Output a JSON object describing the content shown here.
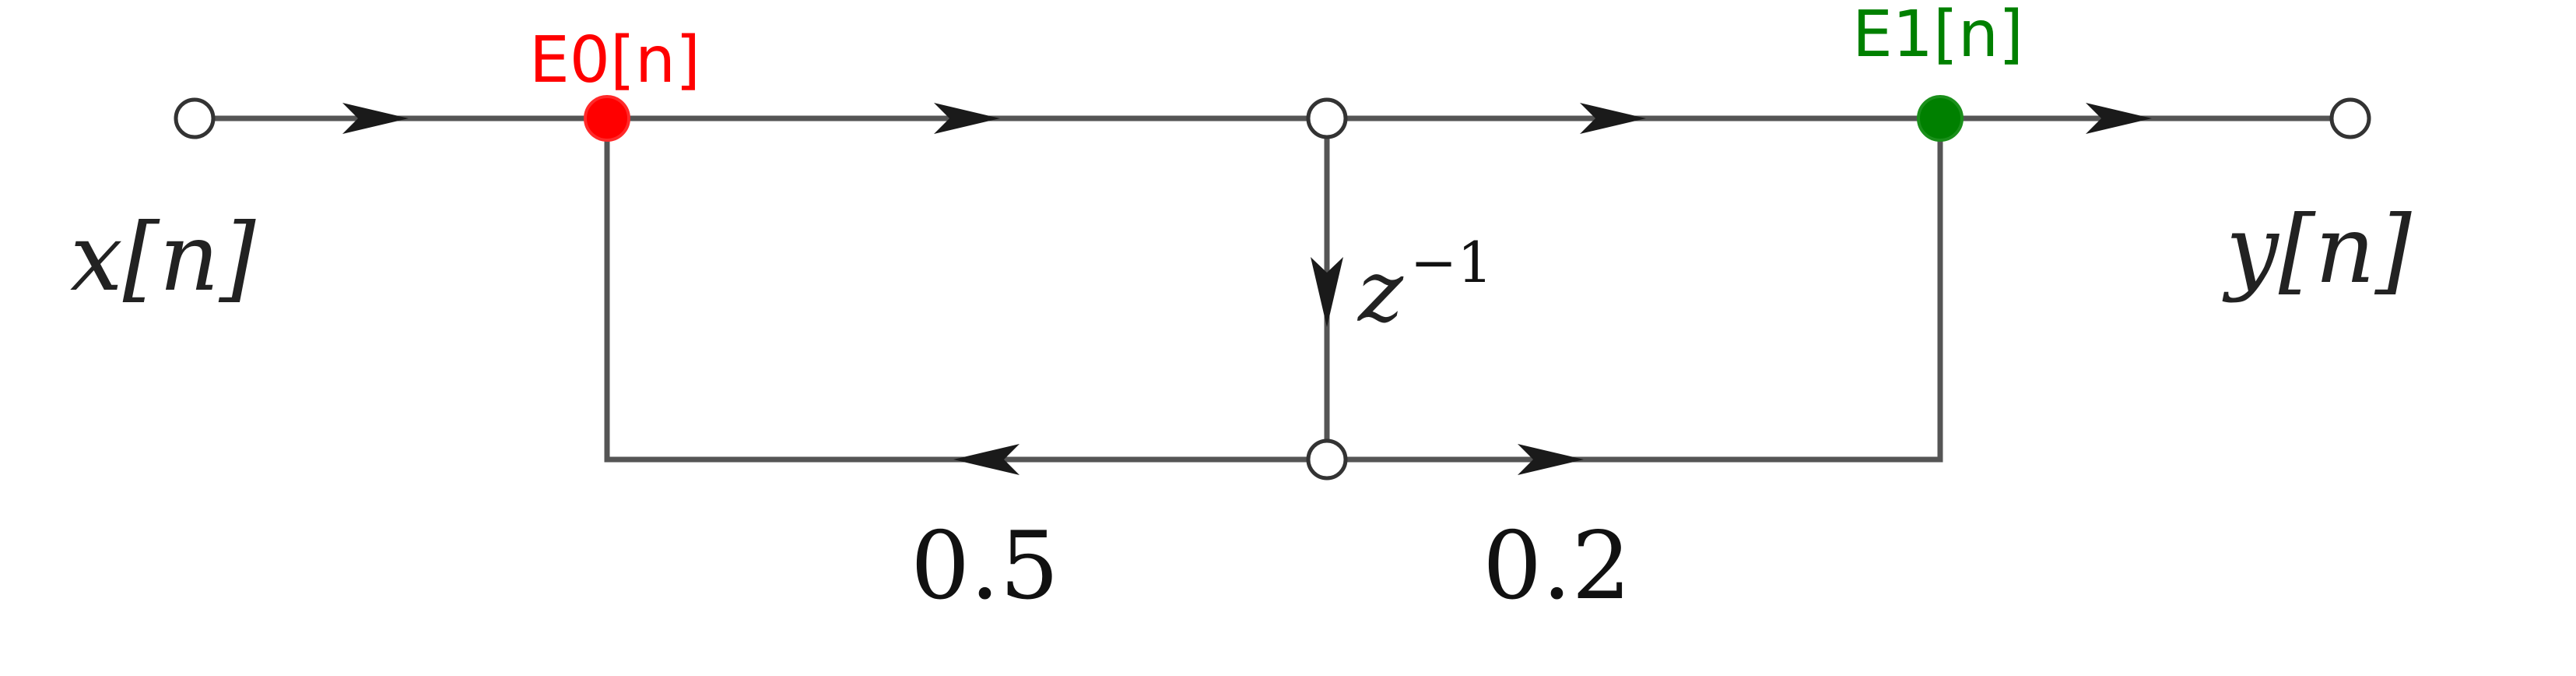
{
  "colors": {
    "line": "#555555",
    "arrow": "#1a1a1a",
    "node_open_stroke": "#333333",
    "e0_color": "#ff0000",
    "e1_color": "#008000"
  },
  "labels": {
    "input": "x[n]",
    "output": "y[n]",
    "delay": "z",
    "delay_exp": "−1",
    "coef_left": "0.5",
    "coef_right": "0.2",
    "e0": "E0[n]",
    "e1": "E1[n]"
  }
}
